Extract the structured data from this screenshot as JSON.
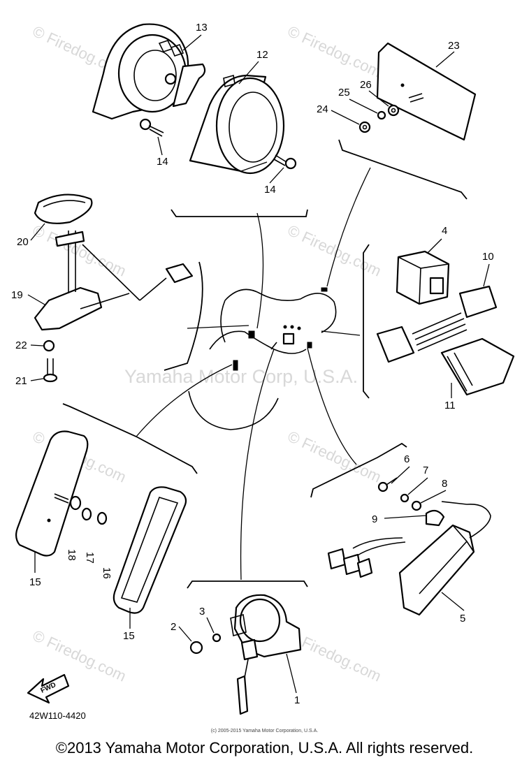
{
  "diagram": {
    "part_labels": [
      "1",
      "2",
      "3",
      "4",
      "5",
      "6",
      "7",
      "8",
      "9",
      "10",
      "11",
      "12",
      "13",
      "14",
      "15",
      "16",
      "17",
      "18",
      "19",
      "20",
      "21",
      "22",
      "23",
      "24",
      "25",
      "26"
    ],
    "extra_labels": {
      "label_14b": "14",
      "label_15b": "15"
    },
    "fwd_label": "FWD",
    "diagram_code": "42W110-4420",
    "watermark": "Yamaha Motor Corp, U.S.A.",
    "watermark_tile": "© Firedog.com",
    "small_credit": "(c) 2005-2015 Yamaha Motor Corporation, U.S.A.",
    "copyright": "©2013 Yamaha Motor Corporation, U.S.A. All rights reserved."
  }
}
